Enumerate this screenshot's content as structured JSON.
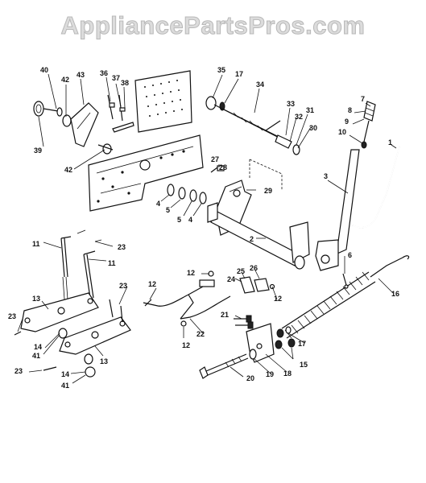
{
  "watermark": "AppliancePartsPros.com",
  "callouts": [
    {
      "id": "40",
      "label": "40"
    },
    {
      "id": "42a",
      "label": "42"
    },
    {
      "id": "43",
      "label": "43"
    },
    {
      "id": "36",
      "label": "36"
    },
    {
      "id": "37",
      "label": "37"
    },
    {
      "id": "38",
      "label": "38"
    },
    {
      "id": "35",
      "label": "35"
    },
    {
      "id": "17a",
      "label": "17"
    },
    {
      "id": "34",
      "label": "34"
    },
    {
      "id": "7",
      "label": "7"
    },
    {
      "id": "8",
      "label": "8"
    },
    {
      "id": "9",
      "label": "9"
    },
    {
      "id": "10",
      "label": "10"
    },
    {
      "id": "33",
      "label": "33"
    },
    {
      "id": "32",
      "label": "32"
    },
    {
      "id": "31",
      "label": "31"
    },
    {
      "id": "30",
      "label": "30"
    },
    {
      "id": "1",
      "label": "1"
    },
    {
      "id": "39",
      "label": "39"
    },
    {
      "id": "42b",
      "label": "42"
    },
    {
      "id": "27",
      "label": "27"
    },
    {
      "id": "28",
      "label": "28"
    },
    {
      "id": "3",
      "label": "3"
    },
    {
      "id": "29",
      "label": "29"
    },
    {
      "id": "4a",
      "label": "4"
    },
    {
      "id": "5a",
      "label": "5"
    },
    {
      "id": "5b",
      "label": "5"
    },
    {
      "id": "4b",
      "label": "4"
    },
    {
      "id": "11a",
      "label": "11"
    },
    {
      "id": "23a",
      "label": "23"
    },
    {
      "id": "2",
      "label": "2"
    },
    {
      "id": "11b",
      "label": "11"
    },
    {
      "id": "6",
      "label": "6"
    },
    {
      "id": "12a",
      "label": "12"
    },
    {
      "id": "25",
      "label": "25"
    },
    {
      "id": "26",
      "label": "26"
    },
    {
      "id": "16",
      "label": "16"
    },
    {
      "id": "12b",
      "label": "12"
    },
    {
      "id": "24",
      "label": "24"
    },
    {
      "id": "23b",
      "label": "23"
    },
    {
      "id": "12c",
      "label": "12"
    },
    {
      "id": "13a",
      "label": "13"
    },
    {
      "id": "21",
      "label": "21"
    },
    {
      "id": "23c",
      "label": "23"
    },
    {
      "id": "22",
      "label": "22"
    },
    {
      "id": "17b",
      "label": "17"
    },
    {
      "id": "14a",
      "label": "14"
    },
    {
      "id": "12d",
      "label": "12"
    },
    {
      "id": "41a",
      "label": "41"
    },
    {
      "id": "13b",
      "label": "13"
    },
    {
      "id": "15",
      "label": "15"
    },
    {
      "id": "23d",
      "label": "23"
    },
    {
      "id": "14b",
      "label": "14"
    },
    {
      "id": "20",
      "label": "20"
    },
    {
      "id": "19",
      "label": "19"
    },
    {
      "id": "18",
      "label": "18"
    },
    {
      "id": "41b",
      "label": "41"
    }
  ]
}
